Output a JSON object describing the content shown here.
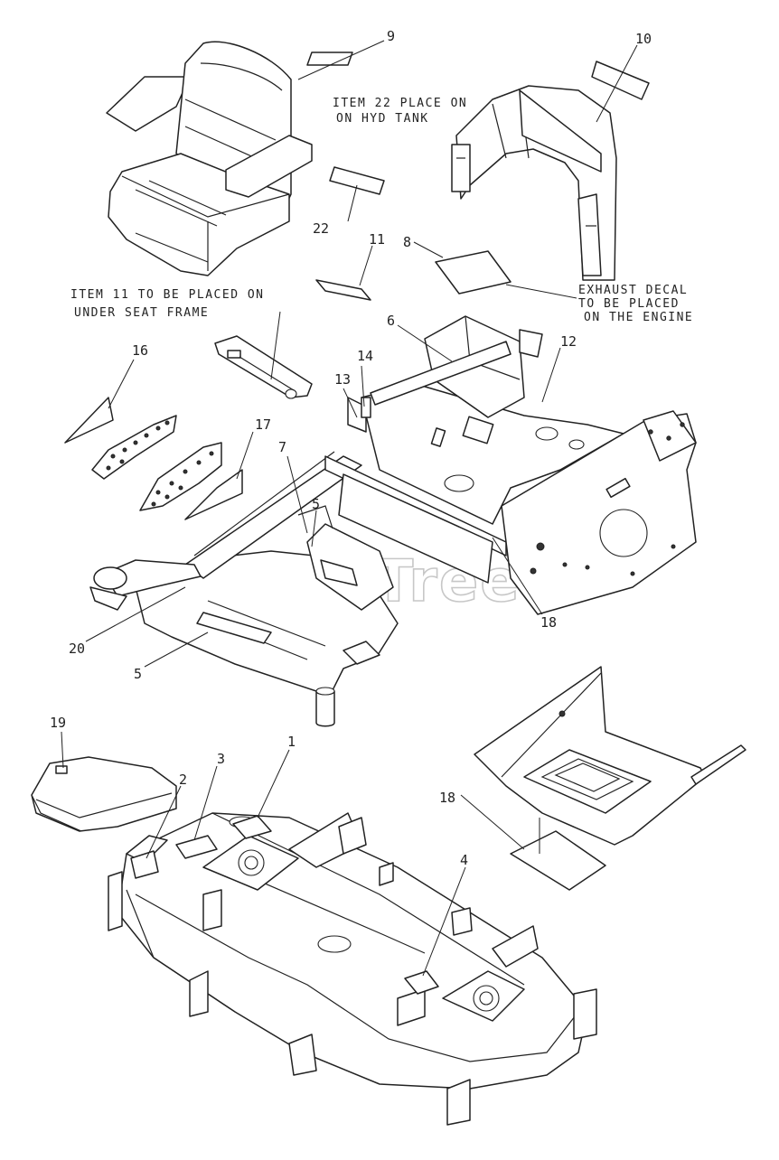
{
  "watermark": {
    "text": "PartsTree",
    "trademark": "TM"
  },
  "notes": [
    {
      "id": "note-hydraulic-tank",
      "lines": [
        "ITEM 22 PLACE ON",
        "ON HYD TANK"
      ]
    },
    {
      "id": "note-seat-frame",
      "lines": [
        "ITEM 11 TO BE PLACED ON",
        "UNDER SEAT FRAME"
      ]
    },
    {
      "id": "note-exhaust",
      "lines": [
        "EXHAUST DECAL",
        "TO BE PLACED",
        "ON THE ENGINE"
      ]
    }
  ],
  "callouts": [
    {
      "number": "9"
    },
    {
      "number": "10"
    },
    {
      "number": "22"
    },
    {
      "number": "11"
    },
    {
      "number": "8"
    },
    {
      "number": "6"
    },
    {
      "number": "12"
    },
    {
      "number": "16"
    },
    {
      "number": "14"
    },
    {
      "number": "13"
    },
    {
      "number": "17"
    },
    {
      "number": "7"
    },
    {
      "number": "5"
    },
    {
      "number": "18"
    },
    {
      "number": "20"
    },
    {
      "number": "5"
    },
    {
      "number": "19"
    },
    {
      "number": "1"
    },
    {
      "number": "3"
    },
    {
      "number": "2"
    },
    {
      "number": "18"
    },
    {
      "number": "4"
    }
  ]
}
